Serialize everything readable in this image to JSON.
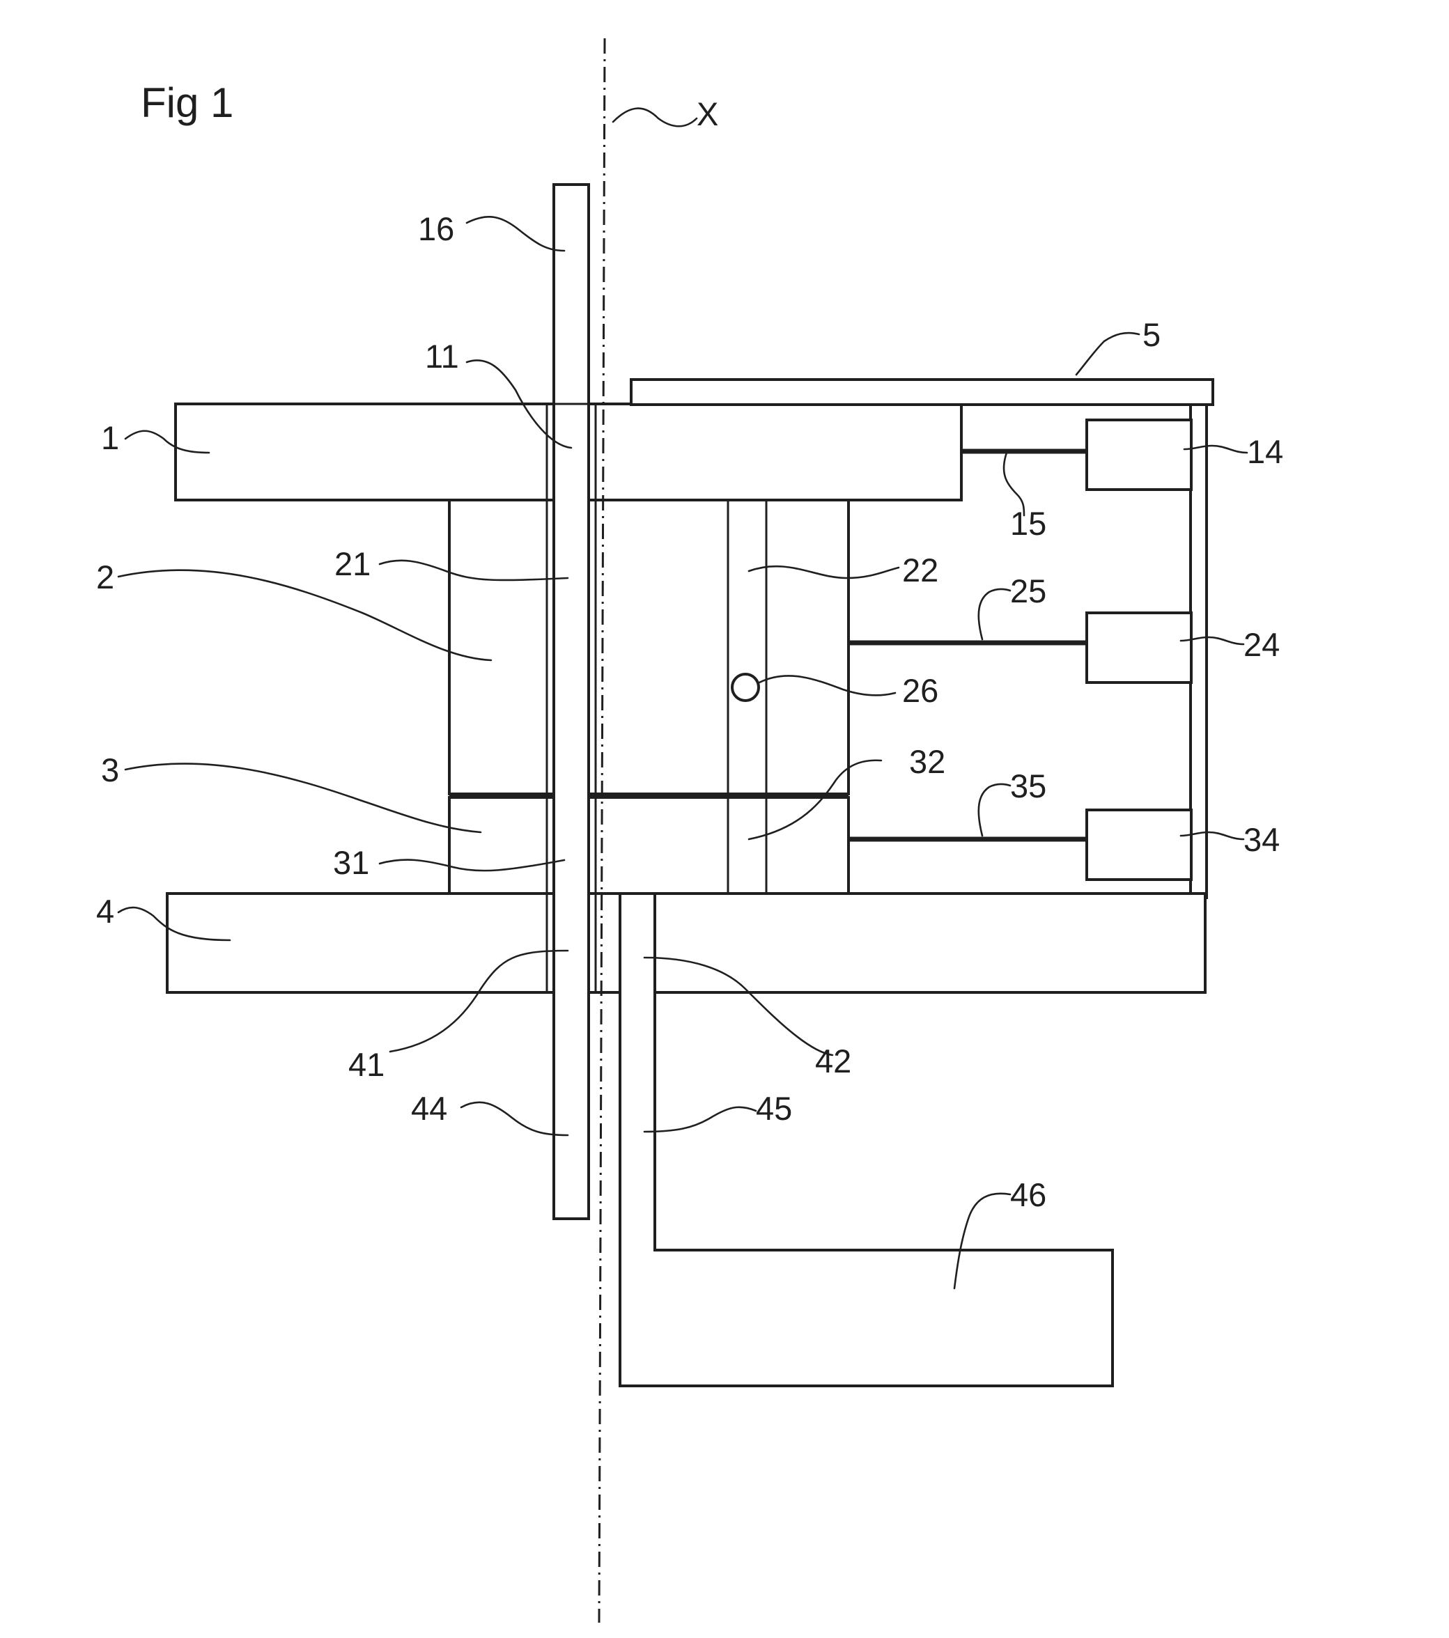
{
  "figure": {
    "title": "Fig 1",
    "axis_label": "X",
    "labels": {
      "l1": "1",
      "l2": "2",
      "l3": "3",
      "l4": "4",
      "l5": "5",
      "l11": "11",
      "l14": "14",
      "l15": "15",
      "l16": "16",
      "l21": "21",
      "l22": "22",
      "l24": "24",
      "l25": "25",
      "l26": "26",
      "l31": "31",
      "l32": "32",
      "l34": "34",
      "l35": "35",
      "l41": "41",
      "l42": "42",
      "l44": "44",
      "l45": "45",
      "l46": "46"
    }
  }
}
